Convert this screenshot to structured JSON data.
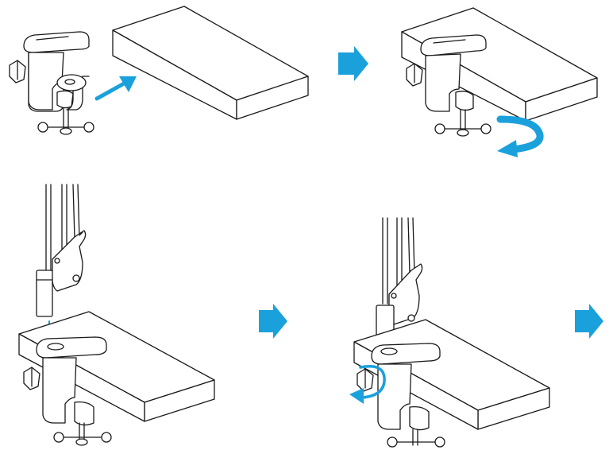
{
  "diagram": {
    "steps": [
      {
        "id": "step-1",
        "action": "slide-clamp-onto-desk-edge"
      },
      {
        "id": "step-2",
        "action": "tighten-clamp-screw"
      },
      {
        "id": "step-3",
        "action": "insert-arm-post-into-clamp"
      },
      {
        "id": "step-4",
        "action": "tighten-side-knob"
      }
    ],
    "flow_arrows": 3,
    "colors": {
      "accent": "#1aa1dc",
      "line": "#1a1a1a",
      "background": "#ffffff"
    },
    "icons": [
      "flow-arrow-icon",
      "rotate-arrow-icon",
      "push-arrow-icon",
      "insert-arrow-icon"
    ]
  }
}
